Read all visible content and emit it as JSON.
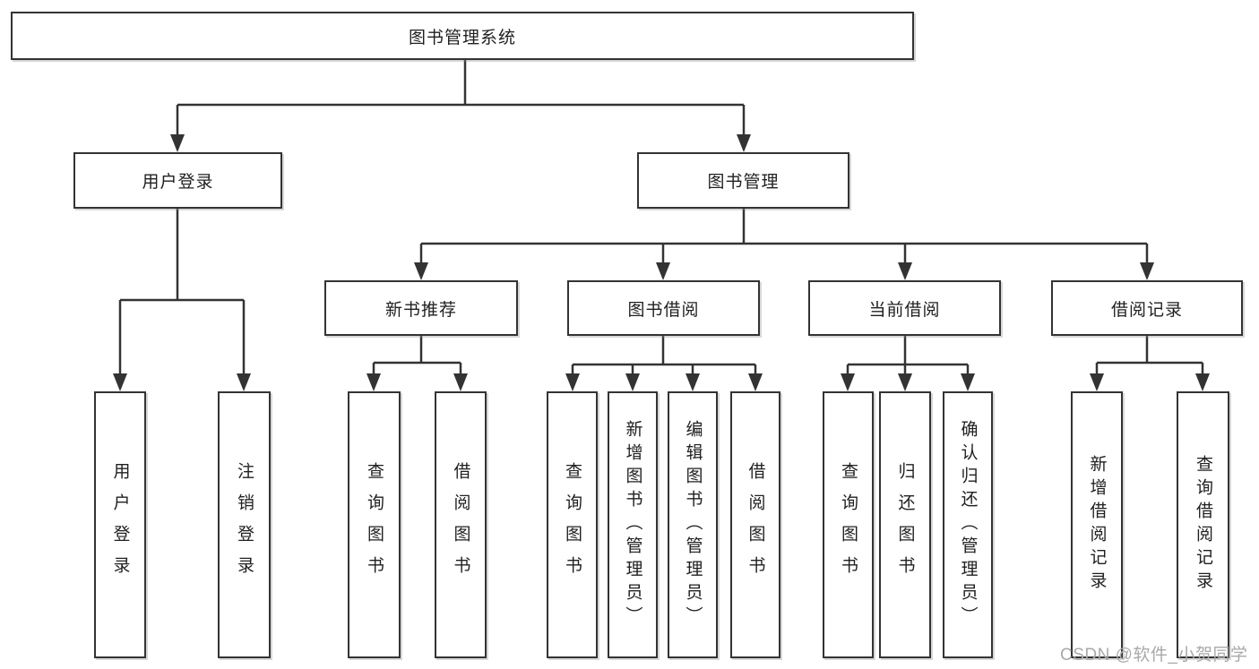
{
  "diagram": {
    "root": {
      "label": "图书管理系统"
    },
    "level2": [
      {
        "label": "用户登录"
      },
      {
        "label": "图书管理"
      }
    ],
    "level3": [
      {
        "label": "新书推荐"
      },
      {
        "label": "图书借阅"
      },
      {
        "label": "当前借阅"
      },
      {
        "label": "借阅记录"
      }
    ],
    "leaves": [
      {
        "label": "用户登录"
      },
      {
        "label": "注销登录"
      },
      {
        "label": "查询图书"
      },
      {
        "label": "借阅图书"
      },
      {
        "label": "查询图书"
      },
      {
        "label": "新增图书（管理员）"
      },
      {
        "label": "编辑图书（管理员）"
      },
      {
        "label": "借阅图书"
      },
      {
        "label": "查询图书"
      },
      {
        "label": "归还图书"
      },
      {
        "label": "确认归还（管理员）"
      },
      {
        "label": "新增借阅记录"
      },
      {
        "label": "查询借阅记录"
      }
    ],
    "colors": {
      "line": "#333333",
      "text": "#1f1f1f",
      "background": "#ffffff",
      "watermark": "#a9a9a9"
    }
  },
  "watermark": {
    "text": "CSDN @软件_小贺同学"
  }
}
